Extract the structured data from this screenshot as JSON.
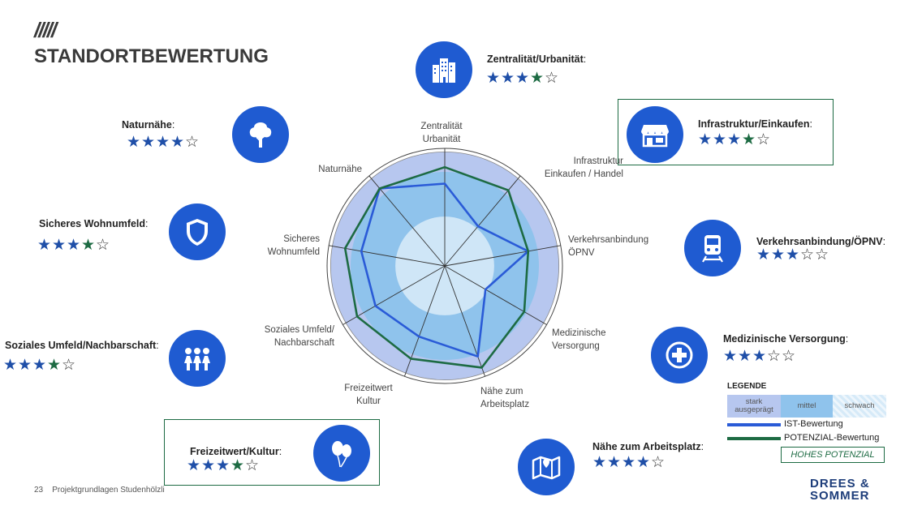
{
  "page": {
    "title": "STANDORTBEWERTUNG",
    "footer_page": "23",
    "footer_text": "Projektgrundlagen Studenhölzli",
    "logo_line1": "DREES &",
    "logo_line2": "SOMMER"
  },
  "colors": {
    "accent_blue": "#1f5bd1",
    "ist_line": "#2a5bd7",
    "potenzial_line": "#1d6b43",
    "zone_strong": "#b7c7ef",
    "zone_medium": "#8fc3ec",
    "zone_weak": "#cfe6f7",
    "star_filled_blue": "#1f4fa8",
    "star_filled_green": "#1d6b43"
  },
  "categories": [
    {
      "label": "Zentralität/Urbanität",
      "icon": "building-icon",
      "ist": 3,
      "potenzial": 4,
      "highlight": false
    },
    {
      "label": "Infrastruktur/Einkaufen",
      "icon": "shop-icon",
      "ist": 3,
      "potenzial": 4,
      "highlight": true
    },
    {
      "label": "Verkehrsanbindung/ÖPNV",
      "icon": "train-icon",
      "ist": 3,
      "potenzial": 3,
      "highlight": false
    },
    {
      "label": "Medizinische Versorgung",
      "icon": "medical-cross-icon",
      "ist": 3,
      "potenzial": 3,
      "highlight": false
    },
    {
      "label": "Nähe zum Arbeitsplatz",
      "icon": "map-pin-icon",
      "ist": 4,
      "potenzial": 4,
      "highlight": false
    },
    {
      "label": "Freizeitwert/Kultur",
      "icon": "balloons-icon",
      "ist": 3,
      "potenzial": 4,
      "highlight": true
    },
    {
      "label": "Soziales Umfeld/Nachbarschaft",
      "icon": "people-icon",
      "ist": 3,
      "potenzial": 4,
      "highlight": false
    },
    {
      "label": "Sicheres Wohnumfeld",
      "icon": "shield-icon",
      "ist": 3,
      "potenzial": 4,
      "highlight": false
    },
    {
      "label": "Naturnähe",
      "icon": "tree-icon",
      "ist": 4,
      "potenzial": 4,
      "highlight": false
    }
  ],
  "chart_data": {
    "type": "radar",
    "axes": [
      [
        "Zentralität",
        "Urbanität"
      ],
      [
        "Infrastruktur",
        "Einkaufen / Handel"
      ],
      [
        "Verkehrsanbindung",
        "ÖPNV"
      ],
      [
        "Medizinische",
        "Versorgung"
      ],
      [
        "Nähe zum",
        "Arbeitsplatz"
      ],
      [
        "Freizeitwert",
        "Kultur"
      ],
      [
        "Soziales Umfeld/",
        "Nachbarschaft"
      ],
      [
        "Sicheres",
        "Wohnumfeld"
      ],
      [
        "Naturnähe"
      ]
    ],
    "scale_max": 5,
    "series": [
      {
        "name": "IST-Bewertung",
        "values": [
          3.5,
          2.2,
          3.6,
          2.0,
          4.1,
          3.2,
          3.4,
          3.6,
          4.3
        ]
      },
      {
        "name": "POTENZIAL-Bewertung",
        "values": [
          4.2,
          4.2,
          3.6,
          3.9,
          4.6,
          4.2,
          4.3,
          4.3,
          4.3
        ]
      }
    ],
    "zones": [
      {
        "name": "schwach",
        "from": 0,
        "to": 2.1
      },
      {
        "name": "mittel",
        "from": 2.1,
        "to": 4.0
      },
      {
        "name": "stark ausgeprägt",
        "from": 4.0,
        "to": 4.85
      }
    ]
  },
  "legend": {
    "title": "LEGENDE",
    "strong": "stark ausgeprägt",
    "strong_line1": "stark",
    "strong_line2": "ausgeprägt",
    "medium": "mittel",
    "weak": "schwach",
    "ist": "IST-Bewertung",
    "potenzial": "POTENZIAL-Bewertung",
    "high_potential": "HOHES POTENZIAL"
  }
}
